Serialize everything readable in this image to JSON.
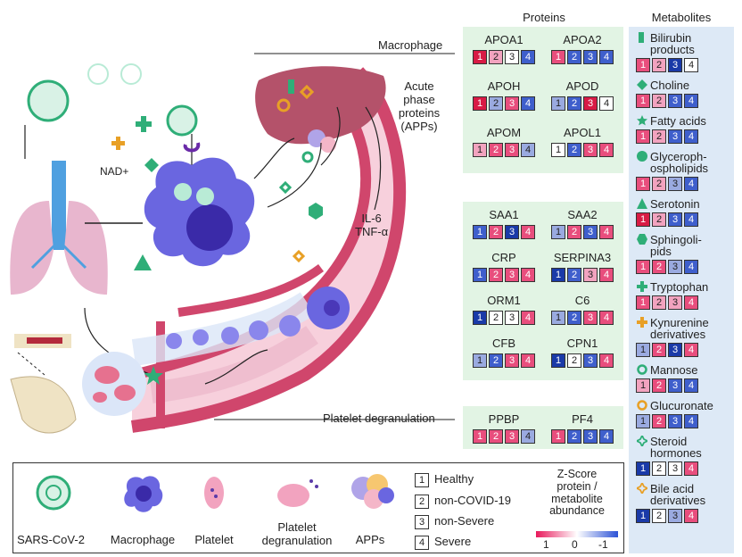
{
  "headers": {
    "proteins": "Proteins",
    "metabolites": "Metabolites"
  },
  "diagram_labels": {
    "macrophage": "Macrophage",
    "app_lines": [
      "Acute",
      "phase",
      "proteins",
      "(APPs)"
    ],
    "cytokines": [
      "IL-6",
      "TNF-α"
    ],
    "nad": "NAD+",
    "platelet_degranulation": "Platelet degranulation"
  },
  "protein_groups": [
    {
      "id": "macrophage",
      "rows": [
        [
          {
            "name": "APOA1",
            "levels": [
              "dr",
              "lr",
              "w",
              "b"
            ]
          },
          {
            "name": "APOA2",
            "levels": [
              "r",
              "b",
              "b",
              "b"
            ]
          }
        ],
        [
          {
            "name": "APOH",
            "levels": [
              "dr",
              "lb",
              "r",
              "b"
            ]
          },
          {
            "name": "APOD",
            "levels": [
              "lb",
              "b",
              "dr",
              "w"
            ]
          }
        ],
        [
          {
            "name": "APOM",
            "levels": [
              "lr",
              "r",
              "r",
              "lb"
            ]
          },
          {
            "name": "APOL1",
            "levels": [
              "w",
              "b",
              "r",
              "r"
            ]
          }
        ]
      ]
    },
    {
      "id": "app",
      "rows": [
        [
          {
            "name": "SAA1",
            "levels": [
              "b",
              "r",
              "db",
              "r"
            ]
          },
          {
            "name": "SAA2",
            "levels": [
              "lb",
              "r",
              "b",
              "r"
            ]
          }
        ],
        [
          {
            "name": "CRP",
            "levels": [
              "b",
              "r",
              "r",
              "r"
            ]
          },
          {
            "name": "SERPINA3",
            "levels": [
              "db",
              "b",
              "lr",
              "r"
            ]
          }
        ],
        [
          {
            "name": "ORM1",
            "levels": [
              "db",
              "w",
              "w",
              "r"
            ]
          },
          {
            "name": "C6",
            "levels": [
              "lb",
              "b",
              "r",
              "r"
            ]
          }
        ],
        [
          {
            "name": "CFB",
            "levels": [
              "lb",
              "b",
              "r",
              "r"
            ]
          },
          {
            "name": "CPN1",
            "levels": [
              "db",
              "w",
              "b",
              "r"
            ]
          }
        ]
      ]
    },
    {
      "id": "platelet",
      "rows": [
        [
          {
            "name": "PPBP",
            "levels": [
              "r",
              "r",
              "r",
              "lb"
            ]
          },
          {
            "name": "PF4",
            "levels": [
              "r",
              "b",
              "b",
              "b"
            ]
          }
        ]
      ]
    }
  ],
  "metabolites": [
    {
      "lines": [
        "Bilirubin",
        "products"
      ],
      "icon": "rect-icon",
      "levels": [
        "r",
        "lr",
        "db",
        "w"
      ]
    },
    {
      "lines": [
        "Choline"
      ],
      "icon": "diamond-icon",
      "levels": [
        "r",
        "lr",
        "b",
        "b"
      ]
    },
    {
      "lines": [
        "Fatty acids"
      ],
      "icon": "star-icon",
      "levels": [
        "r",
        "lr",
        "b",
        "b"
      ]
    },
    {
      "lines": [
        "Glyceroph-",
        "ospholipids"
      ],
      "icon": "circle-icon",
      "levels": [
        "r",
        "lr",
        "lb",
        "b"
      ]
    },
    {
      "lines": [
        "Serotonin"
      ],
      "icon": "triangle-icon",
      "levels": [
        "dr",
        "lr",
        "b",
        "b"
      ]
    },
    {
      "lines": [
        "Sphingoli-",
        "pids"
      ],
      "icon": "hexagon-icon",
      "levels": [
        "r",
        "r",
        "lb",
        "b"
      ]
    },
    {
      "lines": [
        "Tryptophan"
      ],
      "icon": "cross-icon",
      "levels": [
        "r",
        "lr",
        "lr",
        "r"
      ]
    },
    {
      "lines": [
        "Kynurenine",
        "derivatives"
      ],
      "icon": "plus-orange-icon",
      "levels": [
        "lb",
        "r",
        "db",
        "r"
      ]
    },
    {
      "lines": [
        "Mannose"
      ],
      "icon": "ring-icon",
      "levels": [
        "lr",
        "r",
        "b",
        "b"
      ]
    },
    {
      "lines": [
        "Glucuronate"
      ],
      "icon": "ring-orange-icon",
      "levels": [
        "lb",
        "r",
        "b",
        "b"
      ]
    },
    {
      "lines": [
        "Steroid",
        "hormones"
      ],
      "icon": "star4-icon",
      "levels": [
        "db",
        "w",
        "w",
        "r"
      ]
    },
    {
      "lines": [
        "Bile acid",
        "derivatives"
      ],
      "icon": "star4-orange-icon",
      "levels": [
        "db",
        "w",
        "lb",
        "r"
      ]
    }
  ],
  "legend": {
    "items": [
      "SARS-CoV-2",
      "Macrophage",
      "Platelet",
      "Platelet degranulation",
      "APPs"
    ],
    "groups": [
      {
        "n": "1",
        "label": "Healthy"
      },
      {
        "n": "2",
        "label": "non-COVID-19"
      },
      {
        "n": "3",
        "label": "non-Severe"
      },
      {
        "n": "4",
        "label": "Severe"
      }
    ],
    "zscore_lines": [
      "Z-Score",
      "protein /",
      "metabolite",
      "abundance"
    ],
    "ticks": [
      "1",
      "0",
      "-1"
    ]
  },
  "colors": {
    "dr": "#d81b45",
    "r": "#e84e7d",
    "lr": "#f2a3bf",
    "w": "#ffffff",
    "lb": "#9aaae0",
    "b": "#3f5fcc",
    "db": "#1a3aa8",
    "panel_green": "#e2f4e4",
    "panel_blue": "#dde9f6",
    "vessel": "#d0466c",
    "virus": "#2fae78",
    "macrophage": "#6a66e0"
  }
}
